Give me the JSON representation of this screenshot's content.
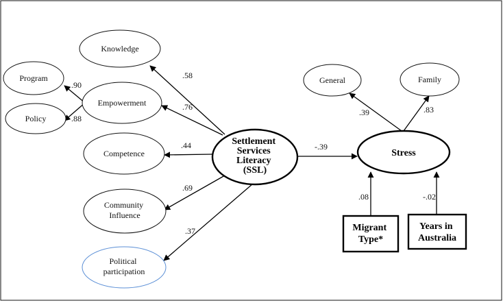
{
  "nodes": {
    "knowledge": {
      "lines": [
        "Knowledge"
      ]
    },
    "program": {
      "lines": [
        "Program"
      ]
    },
    "empowerment": {
      "lines": [
        "Empowerment"
      ]
    },
    "policy": {
      "lines": [
        "Policy"
      ]
    },
    "competence": {
      "lines": [
        "Competence"
      ]
    },
    "community": {
      "lines": [
        "Community",
        "Influence"
      ]
    },
    "political": {
      "lines": [
        "Political",
        "participation"
      ]
    },
    "ssl": {
      "lines": [
        "Settlement",
        "Services",
        "Literacy",
        "(SSL)"
      ]
    },
    "stress": {
      "lines": [
        "Stress"
      ]
    },
    "general": {
      "lines": [
        "General"
      ]
    },
    "family": {
      "lines": [
        "Family"
      ]
    },
    "migrant": {
      "lines": [
        "Migrant",
        "Type*"
      ]
    },
    "years": {
      "lines": [
        "Years in",
        "Australia"
      ]
    }
  },
  "edges": {
    "ssl_knowledge": ".58",
    "ssl_empowerment": ".76",
    "ssl_competence": ".44",
    "ssl_community": ".69",
    "ssl_political": ".37",
    "emp_program": ".90",
    "emp_policy": ".88",
    "ssl_stress": "-.39",
    "stress_general": ".39",
    "stress_family": ".83",
    "migrant_stress": ".08",
    "years_stress": "-.02"
  }
}
